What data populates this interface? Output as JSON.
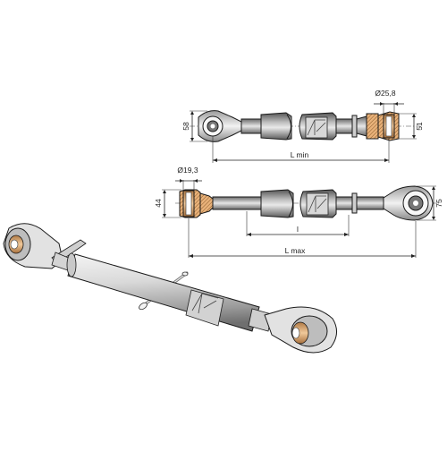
{
  "dimensions": {
    "eye_height_left_top": "58",
    "ball_width_right_top": "Ø25,8",
    "ball_height_right_top": "51",
    "length_min": "L min",
    "ball_width_left_bottom": "Ø19,3",
    "ball_height_left_bottom": "44",
    "eye_height_right_bottom": "75",
    "thread_length": "l",
    "length_max": "L max"
  },
  "colors": {
    "metal_dark": "#6e6e6e",
    "metal_mid": "#b5b5b5",
    "metal_light": "#ececec",
    "orange_ball": "#d9a066"
  }
}
